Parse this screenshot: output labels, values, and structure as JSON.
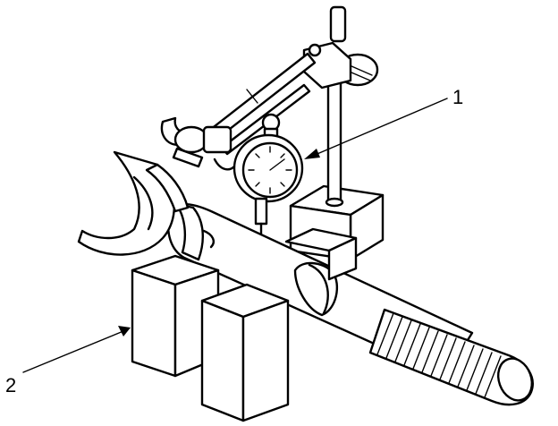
{
  "callouts": [
    {
      "label": "1",
      "target": "dial-indicator"
    },
    {
      "label": "2",
      "target": "v-blocks"
    }
  ],
  "colors": {
    "ink": "#000000",
    "paper": "#ffffff"
  }
}
